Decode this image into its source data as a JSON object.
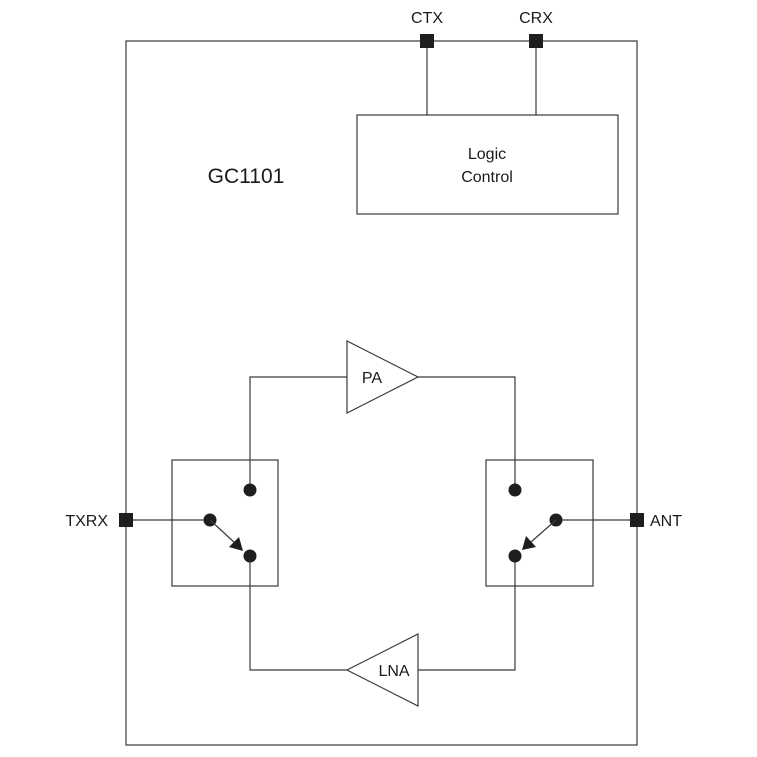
{
  "chip": {
    "name": "GC1101"
  },
  "pins": {
    "ctx": "CTX",
    "crx": "CRX",
    "txrx": "TXRX",
    "ant": "ANT"
  },
  "logic": {
    "line1": "Logic",
    "line2": "Control"
  },
  "amplifiers": {
    "pa": "PA",
    "lna": "LNA"
  },
  "colors": {
    "line": "#3a3a3a",
    "fill": "#1e1e1e",
    "background": "#ffffff"
  }
}
